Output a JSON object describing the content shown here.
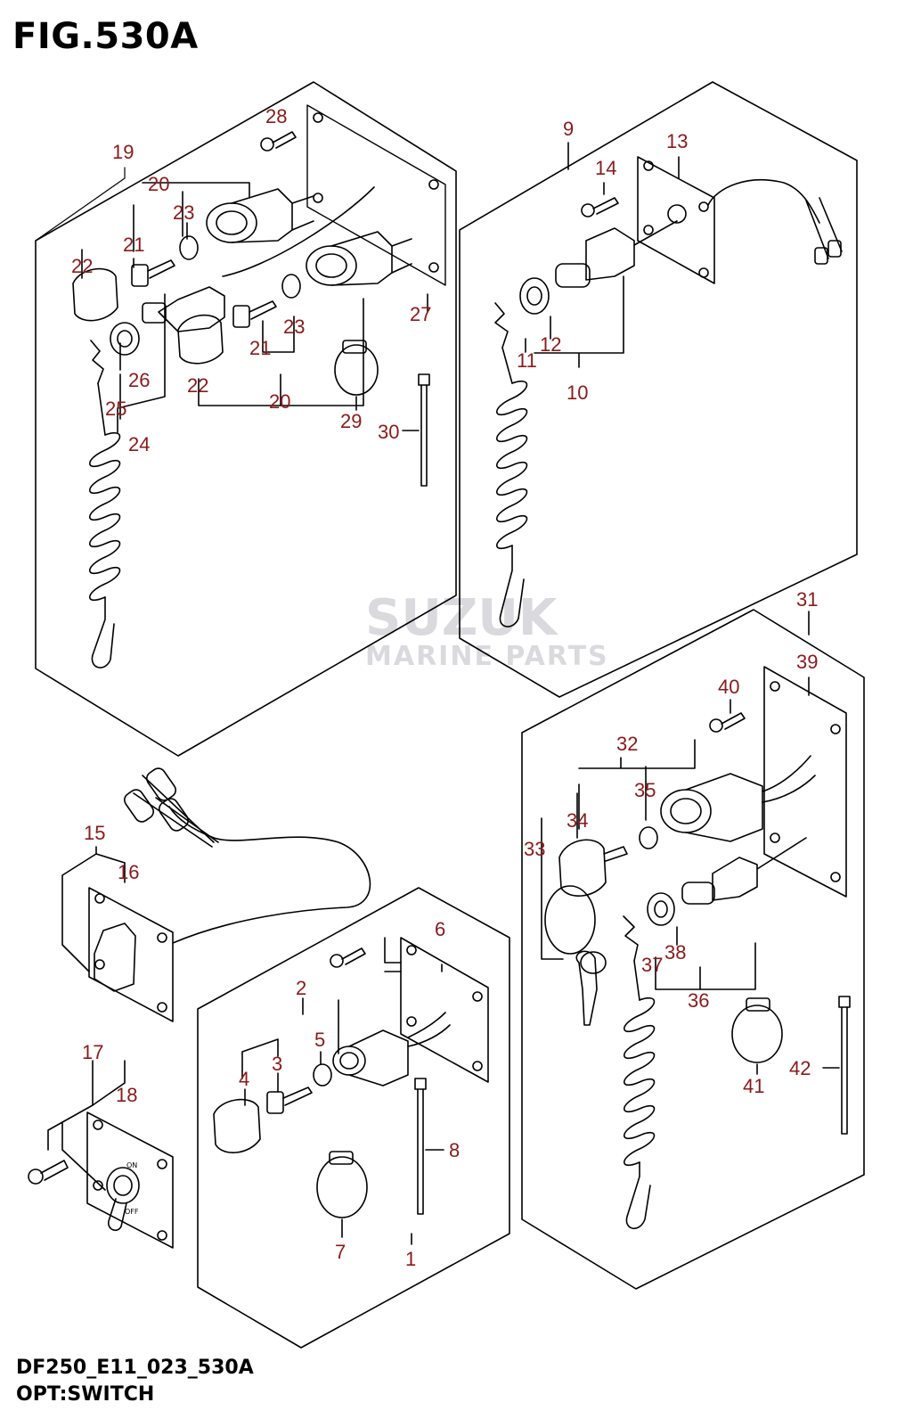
{
  "figure": {
    "title": "FIG.530A",
    "code": "DF250_E11_023_530A",
    "name": "OPT:SWITCH"
  },
  "watermark": {
    "brand": "SUZUK",
    "sub": "MARINE PARTS"
  },
  "switch_labels": {
    "on": "ON",
    "off": "OFF"
  },
  "callouts": [
    "1",
    "2",
    "3",
    "4",
    "5",
    "6",
    "7",
    "8",
    "9",
    "10",
    "11",
    "12",
    "13",
    "14",
    "15",
    "16",
    "17",
    "18",
    "19",
    "20",
    "21",
    "22",
    "23",
    "24",
    "25",
    "26",
    "27",
    "28",
    "29",
    "30",
    "31",
    "32",
    "33",
    "34",
    "35",
    "36",
    "37",
    "38",
    "39",
    "40",
    "41",
    "42"
  ]
}
